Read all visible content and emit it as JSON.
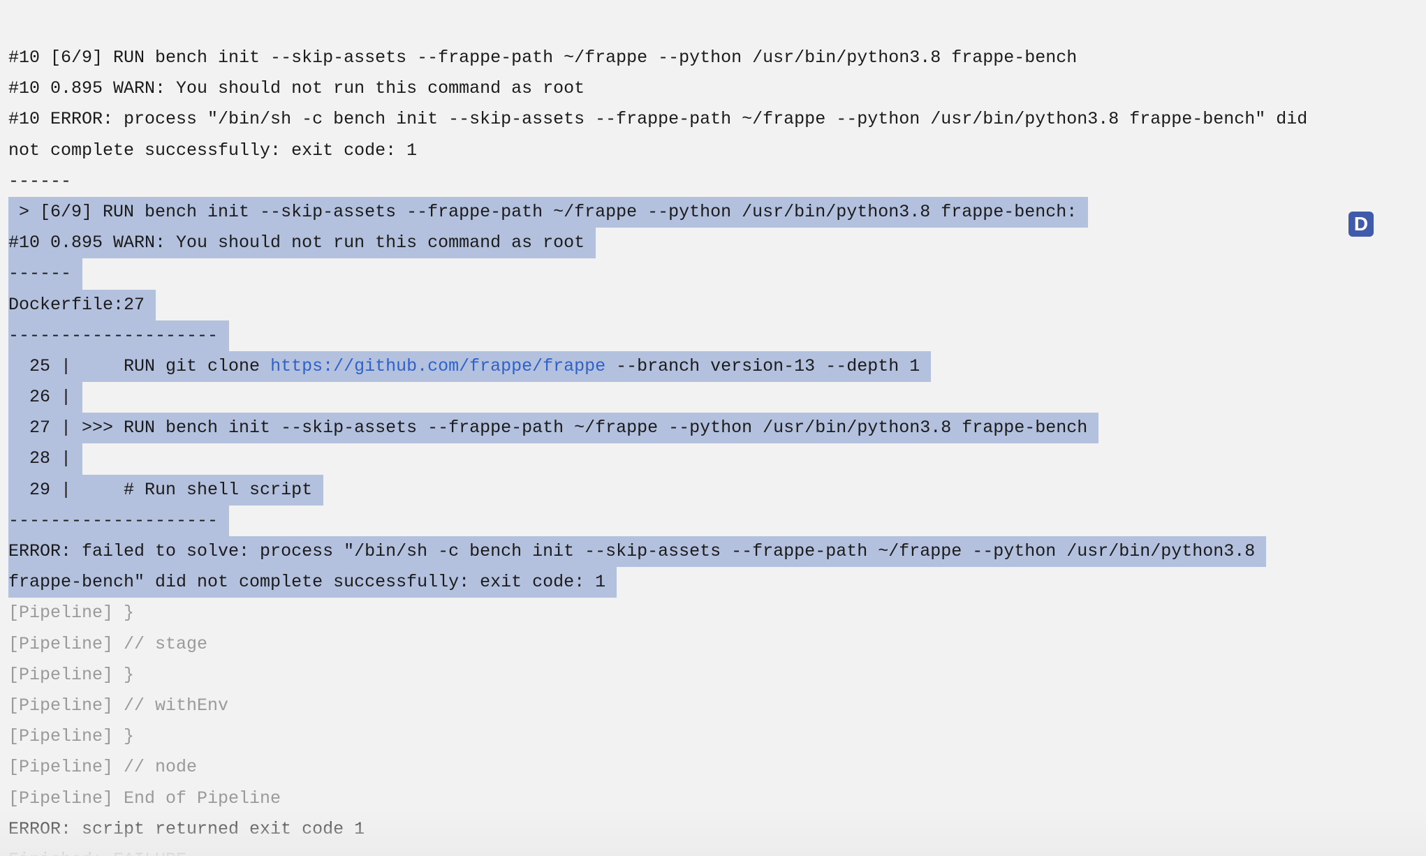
{
  "console": {
    "lines": [
      "#10 [6/9] RUN bench init --skip-assets --frappe-path ~/frappe --python /usr/bin/python3.8 frappe-bench",
      "#10 0.895 WARN: You should not run this command as root",
      "#10 ERROR: process \"/bin/sh -c bench init --skip-assets --frappe-path ~/frappe --python /usr/bin/python3.8 frappe-bench\" did",
      "not complete successfully: exit code: 1",
      "------",
      " > [6/9] RUN bench init --skip-assets --frappe-path ~/frappe --python /usr/bin/python3.8 frappe-bench:",
      "#10 0.895 WARN: You should not run this command as root",
      "------",
      "Dockerfile:27",
      "--------------------",
      {
        "before": "  25 |     RUN git clone ",
        "link": "https://github.com/frappe/frappe",
        "after": " --branch version-13 --depth 1"
      },
      "  26 |",
      "  27 | >>> RUN bench init --skip-assets --frappe-path ~/frappe --python /usr/bin/python3.8 frappe-bench",
      "  28 |",
      "  29 |     # Run shell script",
      "--------------------",
      "ERROR: failed to solve: process \"/bin/sh -c bench init --skip-assets --frappe-path ~/frappe --python /usr/bin/python3.8",
      "frappe-bench\" did not complete successfully: exit code: 1",
      "[Pipeline] }",
      "[Pipeline] // stage",
      "[Pipeline] }",
      "[Pipeline] // withEnv",
      "[Pipeline] }",
      "[Pipeline] // node",
      "[Pipeline] End of Pipeline",
      "ERROR: script returned exit code 1",
      "Finished: FAILURE"
    ]
  },
  "badge": {
    "letter": "D"
  },
  "colors": {
    "background": "#f2f2f2",
    "selection": "#b3c0de",
    "link": "#2f62c9",
    "pipeline_text": "#9a9a9a",
    "badge": "#3f5ba9"
  }
}
